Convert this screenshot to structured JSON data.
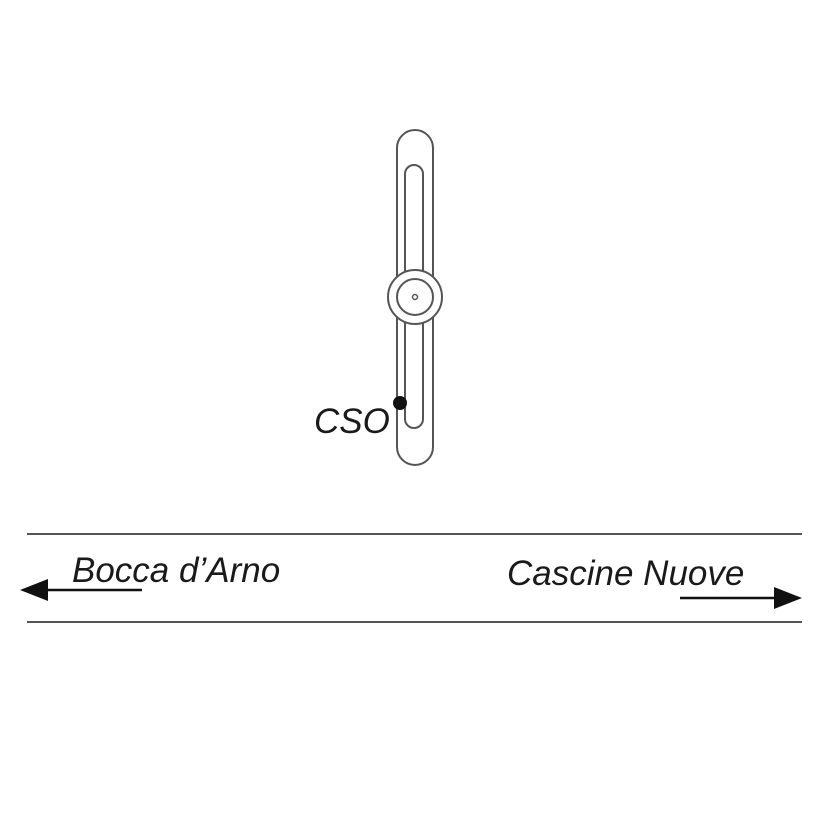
{
  "labels": {
    "station": "CSO",
    "left_direction": "Bocca d’Arno",
    "right_direction": "Cascine Nuove"
  },
  "icons": {
    "arm_pivot": "circle-pivot-icon",
    "station_marker": "dot-marker-icon",
    "left_arrow": "arrow-left-icon",
    "right_arrow": "arrow-right-icon"
  },
  "colors": {
    "outline": "#555555",
    "marker": "#111111",
    "text": "#1a1a1a",
    "background": "#ffffff"
  }
}
